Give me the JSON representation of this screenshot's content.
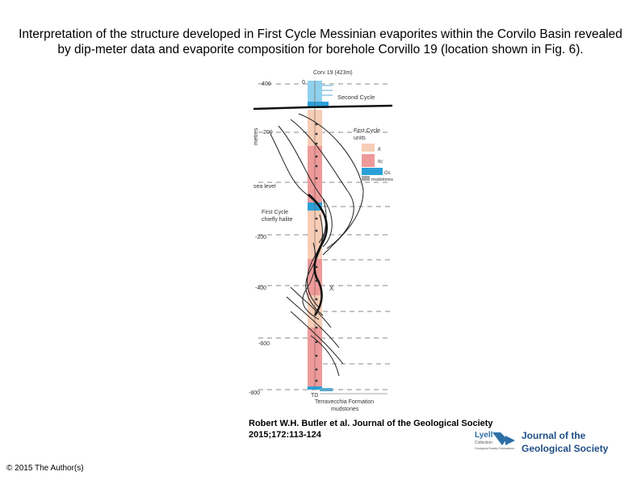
{
  "slide": {
    "title": "Interpretation of the structure developed in First Cycle Messinian evaporites within the Corvilo Basin revealed by dip-meter data and evaporite composition for borehole Corvillo 19 (location shown in Fig. 6).",
    "citation_line1": "Robert W.H. Butler et al. Journal of the Geological Society",
    "citation_line2": "2015;172:113-124",
    "copyright": "© 2015 The Author(s)"
  },
  "figure": {
    "borehole_label": "Corv 19 (423m)",
    "top_depth": "0",
    "axis_label": "metres",
    "ticks": [
      "400",
      "200",
      "sea level",
      "-200",
      "-400",
      "-600",
      "-800"
    ],
    "second_cycle_label": "Second Cycle",
    "first_cycle_label_1": "First Cycle",
    "first_cycle_label_2": "chiefly halite",
    "x_marker": "X",
    "td_label": "TD",
    "base_label_1": "Terravecchia Formation",
    "base_label_2": "mudstones",
    "legend": {
      "title_1": "First Cycle",
      "title_2": "units",
      "items": [
        {
          "label": "K",
          "color": "#f6cdb6"
        },
        {
          "label": "hc",
          "color": "#ee9a9a"
        },
        {
          "label": "Gs",
          "color": "#2aa0d8"
        },
        {
          "label": "mudstones",
          "color": "#a8a8a8"
        }
      ]
    },
    "colors": {
      "halite": "#ee9a9a",
      "kainite": "#f6cdb6",
      "gypsum": "#2aa0d8",
      "second_cycle": "#8fd1ec"
    }
  },
  "logo": {
    "lyell_1": "Lyell",
    "lyell_2": "Collection",
    "lyell_3": "Geological Society Publications",
    "journal_1": "Journal of the",
    "journal_2": "Geological Society"
  }
}
